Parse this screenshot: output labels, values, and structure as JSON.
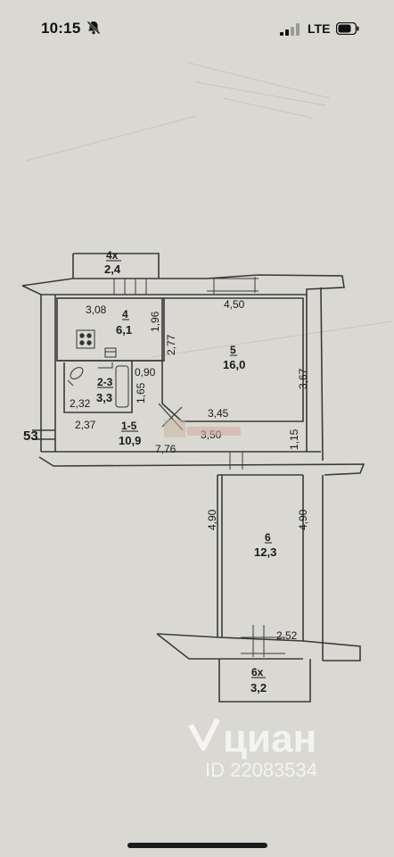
{
  "status_bar": {
    "time": "10:15",
    "network": "LTE",
    "icons": [
      "bell-off-icon",
      "signal-icon",
      "battery-icon"
    ]
  },
  "floor_plan": {
    "rooms": [
      {
        "id": "4x",
        "area": "2,4"
      },
      {
        "id": "4",
        "area": "6,1"
      },
      {
        "id": "5",
        "area": "16,0"
      },
      {
        "id": "2-3",
        "area": "3,3"
      },
      {
        "id": "1-5",
        "area": "10,9"
      },
      {
        "id": "6",
        "area": "12,3"
      },
      {
        "id": "6x",
        "area": "3,2"
      }
    ],
    "dimensions": [
      "3,08",
      "1,96",
      "4,50",
      "2,77",
      "0,90",
      "1,65",
      "2,32",
      "2,37",
      "3,45",
      "3,67",
      "3,50",
      "7,76",
      "1,15",
      "4,90",
      "4,90",
      "2,52"
    ],
    "side_number": "53"
  },
  "watermark": {
    "brand": "циан",
    "id_text": "ID 22083534"
  },
  "colors": {
    "background": "#d9d8d2",
    "lines": "#3a3a3a"
  }
}
